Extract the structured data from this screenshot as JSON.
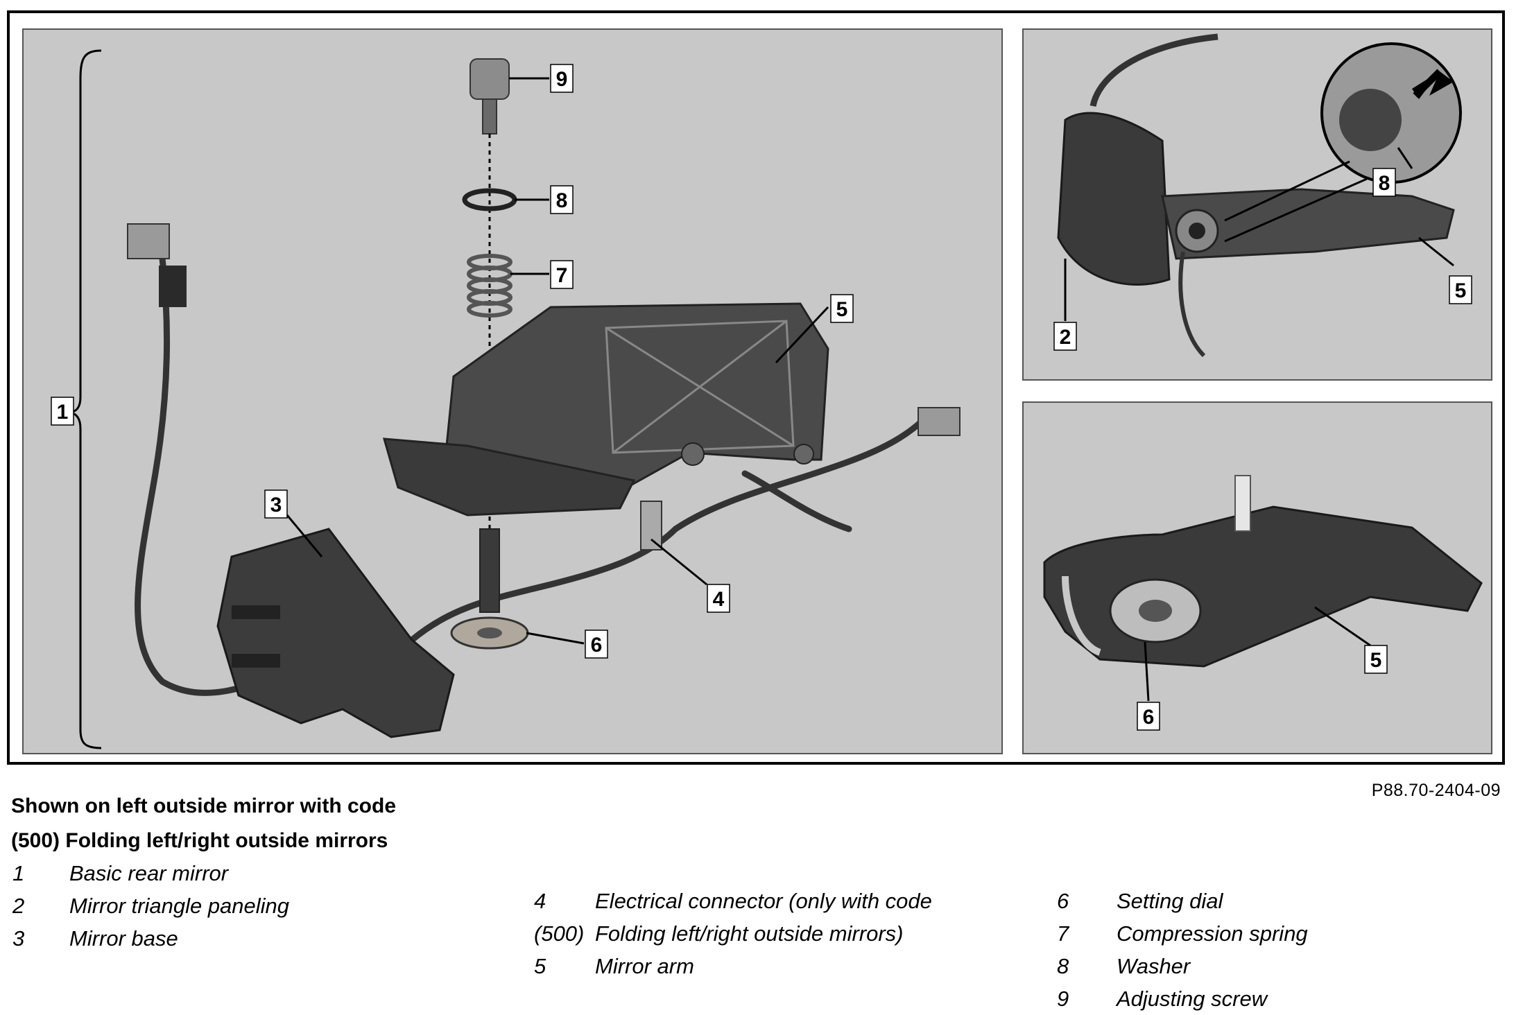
{
  "figure": {
    "doc_ref": "P88.70-2404-09",
    "callouts_main": [
      "9",
      "8",
      "7",
      "5",
      "1",
      "3",
      "4",
      "6"
    ],
    "callouts_top_right": [
      "8",
      "2",
      "5"
    ],
    "callouts_bottom_right": [
      "5",
      "6"
    ]
  },
  "caption": {
    "heading_line1": "Shown on left outside mirror with code",
    "heading_line2": "(500) Folding left/right outside mirrors"
  },
  "legend": {
    "col1": [
      {
        "num": "1",
        "text": "Basic rear mirror"
      },
      {
        "num": "2",
        "text": "Mirror triangle paneling"
      },
      {
        "num": "3",
        "text": "Mirror base"
      }
    ],
    "col2": [
      {
        "num": "4",
        "text": "Electrical connector (only with code"
      },
      {
        "num": "(500)",
        "text": "Folding left/right outside mirrors)"
      },
      {
        "num": "5",
        "text": "Mirror arm"
      }
    ],
    "col3": [
      {
        "num": "6",
        "text": "Setting dial"
      },
      {
        "num": "7",
        "text": "Compression spring"
      },
      {
        "num": "8",
        "text": "Washer"
      },
      {
        "num": "9",
        "text": "Adjusting screw"
      }
    ]
  }
}
